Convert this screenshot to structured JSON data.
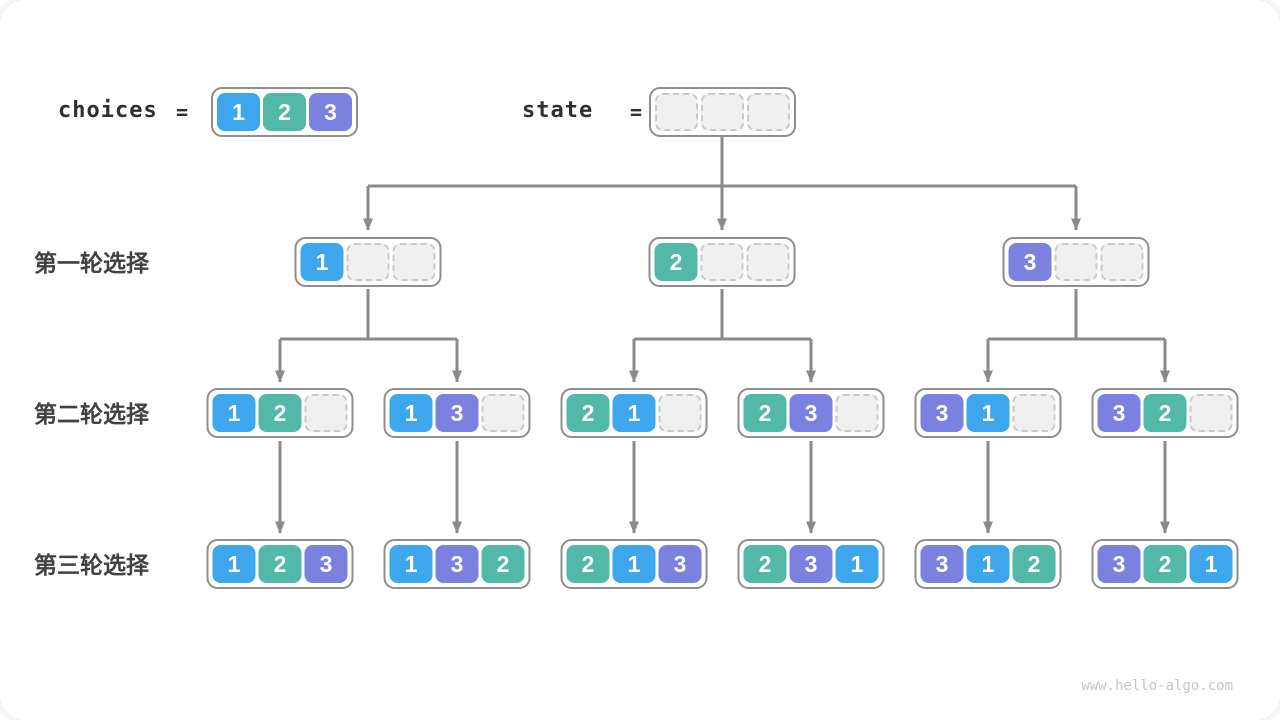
{
  "colors": {
    "c1": "#3ea6ed",
    "c2": "#52b8a7",
    "c3": "#7b81df",
    "arrow": "#8a8a8a",
    "box-border": "#8e8e8e",
    "empty-fill": "#f0f0f0",
    "empty-border": "#c9c9c9",
    "label": "#414141",
    "code": "#2f2f2f",
    "watermark": "#c5c5c5"
  },
  "header": {
    "choices_label": "choices",
    "equals": "=",
    "choices_cells": [
      "1",
      "2",
      "3"
    ],
    "state_label": "state",
    "state_cells": [
      "",
      "",
      ""
    ]
  },
  "rows": [
    {
      "label": "第一轮选择",
      "nodes": [
        [
          "1",
          "",
          ""
        ],
        [
          "2",
          "",
          ""
        ],
        [
          "3",
          "",
          ""
        ]
      ]
    },
    {
      "label": "第二轮选择",
      "nodes": [
        [
          "1",
          "2",
          ""
        ],
        [
          "1",
          "3",
          ""
        ],
        [
          "2",
          "1",
          ""
        ],
        [
          "2",
          "3",
          ""
        ],
        [
          "3",
          "1",
          ""
        ],
        [
          "3",
          "2",
          ""
        ]
      ]
    },
    {
      "label": "第三轮选择",
      "nodes": [
        [
          "1",
          "2",
          "3"
        ],
        [
          "1",
          "3",
          "2"
        ],
        [
          "2",
          "1",
          "3"
        ],
        [
          "2",
          "3",
          "1"
        ],
        [
          "3",
          "1",
          "2"
        ],
        [
          "3",
          "2",
          "1"
        ]
      ]
    }
  ],
  "watermark": "www.hello-algo.com"
}
